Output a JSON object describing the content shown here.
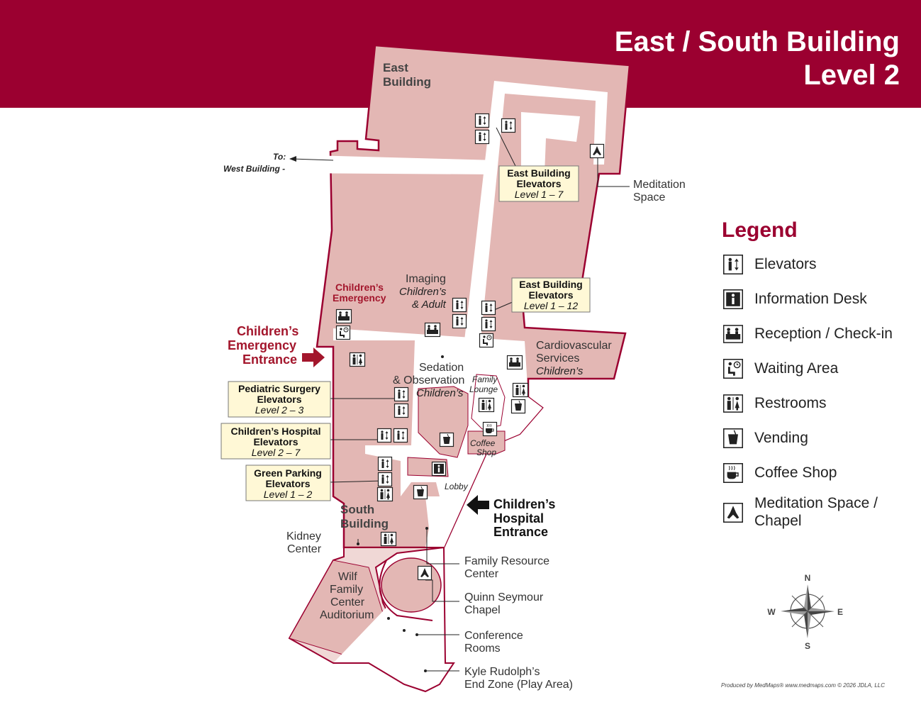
{
  "title": {
    "line1": "East / South Building",
    "line2": "Level 2"
  },
  "colors": {
    "brand": "#9b0030",
    "floor": "#e3b7b4",
    "outline": "#9b0030",
    "corridor": "#ffffff",
    "callout": "#fff8d6"
  },
  "legend": {
    "title": "Legend",
    "items": [
      {
        "label": "Elevators",
        "icon": "elevator-icon"
      },
      {
        "label": "Information Desk",
        "icon": "info-icon"
      },
      {
        "label": "Reception / Check-in",
        "icon": "reception-icon"
      },
      {
        "label": "Waiting Area",
        "icon": "waiting-icon"
      },
      {
        "label": "Restrooms",
        "icon": "restroom-icon"
      },
      {
        "label": "Vending",
        "icon": "vending-icon"
      },
      {
        "label": "Coffee Shop",
        "icon": "coffee-icon"
      },
      {
        "label": "Meditation Space / Chapel",
        "icon": "meditation-icon"
      }
    ]
  },
  "labels": {
    "east_building_1": "East",
    "east_building_2": "Building",
    "to_1": "To:",
    "to_2": "West Building -",
    "meditation_1": "Meditation",
    "meditation_2": "Space",
    "imaging_1": "Imaging",
    "imaging_2": "Children’s",
    "imaging_3": "& Adult",
    "childrens_emergency_1": "Children’s",
    "childrens_emergency_2": "Emergency",
    "er_entrance_1": "Children’s",
    "er_entrance_2": "Emergency",
    "er_entrance_3": "Entrance",
    "sedation_1": "Sedation",
    "sedation_2": "& Observation",
    "sedation_3": "Children’s",
    "family_lounge_1": "Family",
    "family_lounge_2": "Lounge",
    "cardio_1": "Cardiovascular",
    "cardio_2": "Services",
    "cardio_3": "Children’s",
    "coffee_1": "Coffee",
    "coffee_2": "Shop",
    "lobby": "Lobby",
    "ch_entrance_1": "Children’s",
    "ch_entrance_2": "Hospital",
    "ch_entrance_3": "Entrance",
    "south_building_1": "South",
    "south_building_2": "Building",
    "kidney_1": "Kidney",
    "kidney_2": "Center",
    "wilf_1": "Wilf",
    "wilf_2": "Family",
    "wilf_3": "Center",
    "wilf_4": "Auditorium",
    "frc_1": "Family Resource",
    "frc_2": "Center",
    "chapel_1": "Quinn Seymour",
    "chapel_2": "Chapel",
    "conf_1": "Conference",
    "conf_2": "Rooms",
    "kyle_1": "Kyle Rudolph’s",
    "kyle_2": "End Zone (Play Area)"
  },
  "callouts": [
    {
      "line1": "East Building",
      "line2": "Elevators",
      "levels": "Level 1 – 7"
    },
    {
      "line1": "East Building",
      "line2": "Elevators",
      "levels": "Level 1 – 12"
    },
    {
      "line1": "Pediatric Surgery",
      "line2": "Elevators",
      "levels": "Level 2 – 3"
    },
    {
      "line1": "Children’s Hospital",
      "line2": "Elevators",
      "levels": "Level 2 – 7"
    },
    {
      "line1": "Green Parking",
      "line2": "Elevators",
      "levels": "Level 1 – 2"
    }
  ],
  "compass": {
    "n": "N",
    "s": "S",
    "e": "E",
    "w": "W"
  },
  "credit": "Produced by MedMaps® www.medmaps.com © 2026 JDLA, LLC"
}
